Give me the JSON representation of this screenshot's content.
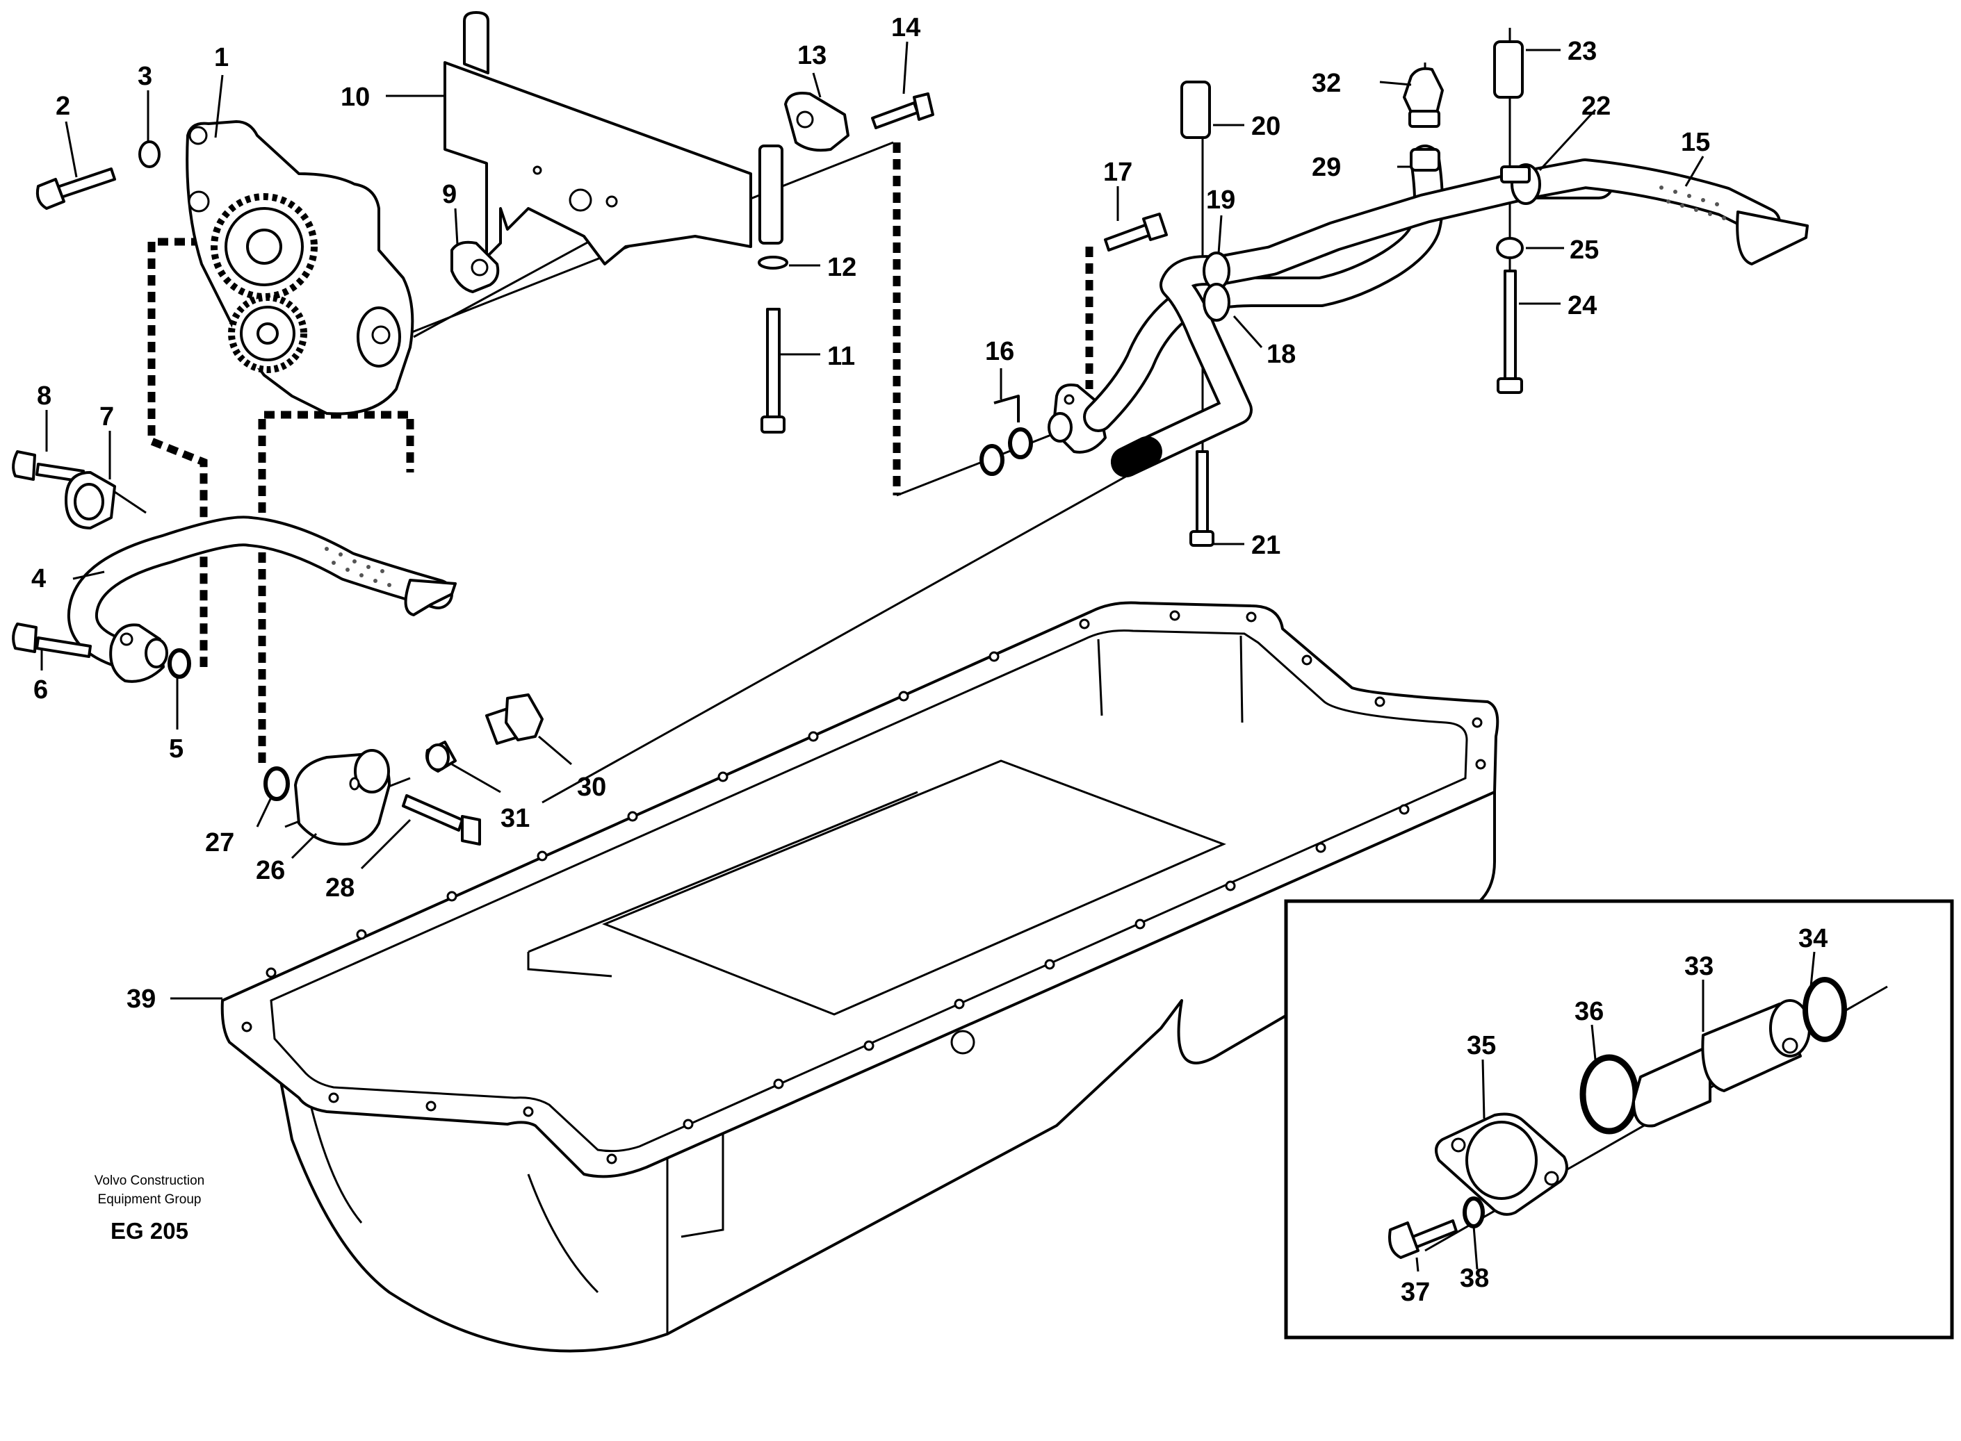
{
  "credit": {
    "line1": "Volvo Construction",
    "line2": "Equipment Group",
    "code": "EG 205"
  },
  "callouts": [
    "1",
    "2",
    "3",
    "4",
    "5",
    "6",
    "7",
    "8",
    "9",
    "10",
    "11",
    "12",
    "13",
    "14",
    "15",
    "16",
    "17",
    "18",
    "19",
    "20",
    "21",
    "22",
    "23",
    "24",
    "25",
    "26",
    "27",
    "28",
    "29",
    "30",
    "31",
    "32",
    "33",
    "34",
    "35",
    "36",
    "37",
    "38",
    "39"
  ]
}
